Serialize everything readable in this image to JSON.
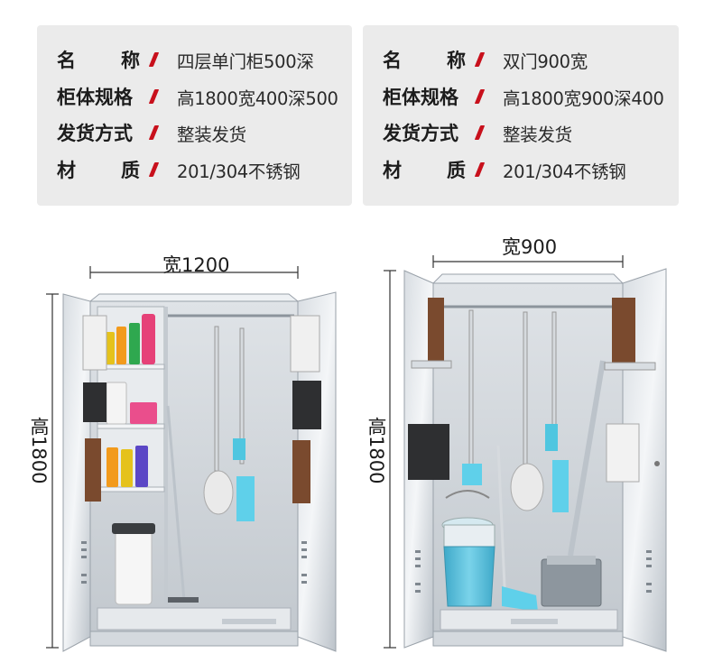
{
  "left_spec": {
    "rows": [
      {
        "key_a": "名",
        "key_b": "称",
        "value": "四层单门柜500深"
      },
      {
        "key": "柜体规格",
        "value": "高1800宽400深500"
      },
      {
        "key": "发货方式",
        "value": "整装发货"
      },
      {
        "key_a": "材",
        "key_b": "质",
        "value": "201/304不锈钢"
      }
    ]
  },
  "right_spec": {
    "rows": [
      {
        "key_a": "名",
        "key_b": "称",
        "value": "双门900宽"
      },
      {
        "key": "柜体规格",
        "value": "高1800宽900深400"
      },
      {
        "key": "发货方式",
        "value": "整装发货"
      },
      {
        "key_a": "材",
        "key_b": "质",
        "value": "201/304不锈钢"
      }
    ]
  },
  "left_cabinet": {
    "width_label": "宽1200",
    "height_label": "高1800"
  },
  "right_cabinet": {
    "width_label": "宽900",
    "height_label": "高1800"
  },
  "colors": {
    "card_bg": "#ebebeb",
    "accent_mark": "#c8101c",
    "steel_light": "#e4e8ec",
    "steel_dark": "#9aa2aa",
    "bucket_blue": "#5fc3dd"
  }
}
